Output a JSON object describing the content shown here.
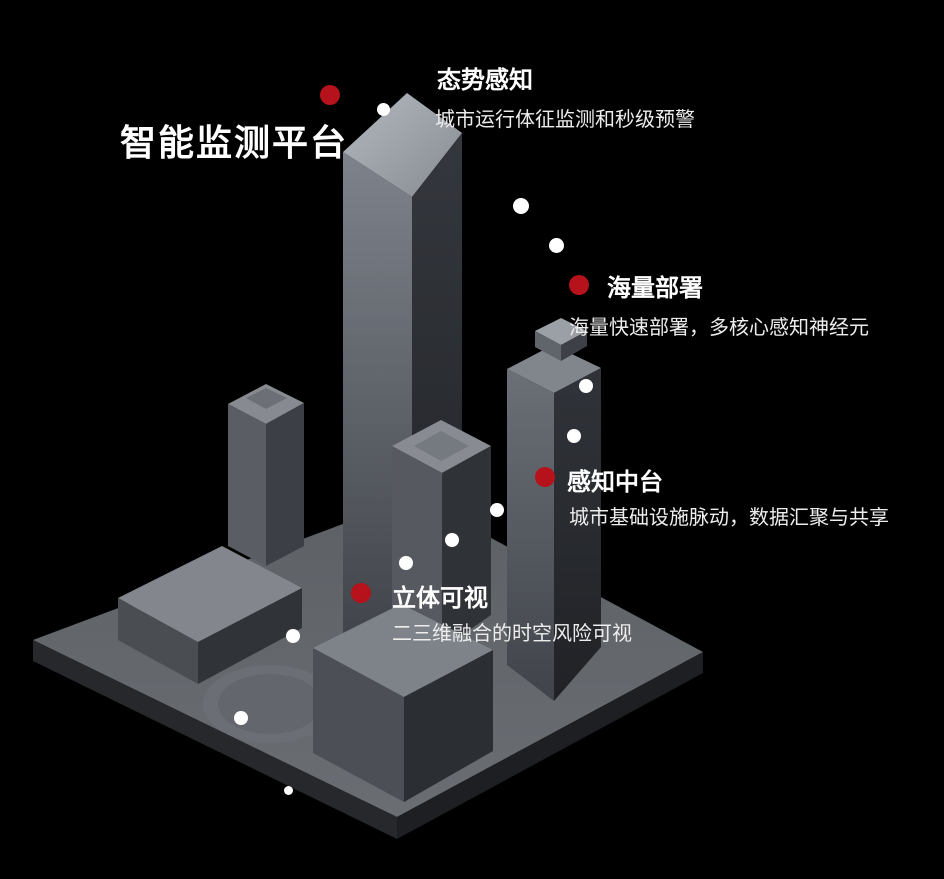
{
  "title": "智能监测平台",
  "features": [
    {
      "label": "态势感知",
      "desc": "城市运行体征监测和秒级预警"
    },
    {
      "label": "海量部署",
      "desc": "海量快速部署，多核心感知神经元"
    },
    {
      "label": "感知中台",
      "desc": "城市基础设施脉动，数据汇聚与共享"
    },
    {
      "label": "立体可视",
      "desc": "二三维融合的时空风险可视"
    }
  ],
  "colors": {
    "background": "#000000",
    "accent_red": "#b5121b",
    "trail_dot": "#ffffff",
    "text_primary": "#ffffff",
    "text_secondary": "#ededed"
  }
}
